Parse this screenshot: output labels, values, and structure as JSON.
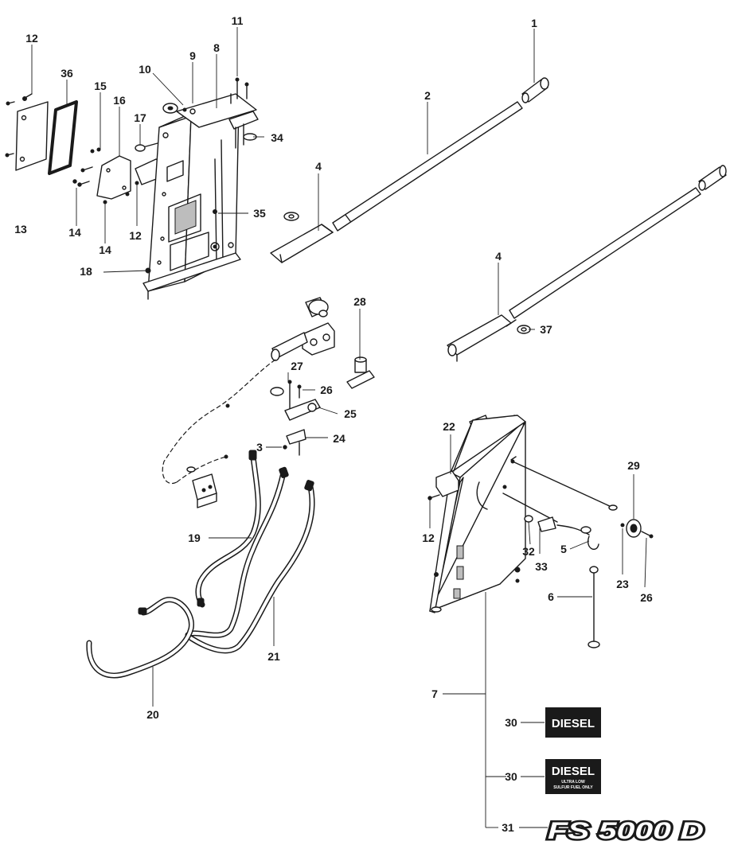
{
  "callouts": {
    "c1": "1",
    "c2": "2",
    "c3": "3",
    "c4a": "4",
    "c4b": "4",
    "c5": "5",
    "c6": "6",
    "c7": "7",
    "c8": "8",
    "c9": "9",
    "c10": "10",
    "c11": "11",
    "c12a": "12",
    "c12b": "12",
    "c12c": "12",
    "c13": "13",
    "c14a": "14",
    "c14b": "14",
    "c15": "15",
    "c16": "16",
    "c17": "17",
    "c18": "18",
    "c19": "19",
    "c20": "20",
    "c21": "21",
    "c22": "22",
    "c23": "23",
    "c24": "24",
    "c25": "25",
    "c26a": "26",
    "c26b": "26",
    "c27": "27",
    "c28": "28",
    "c29": "29",
    "c30a": "30",
    "c30b": "30",
    "c31": "31",
    "c32": "32",
    "c33": "33",
    "c34": "34",
    "c35": "35",
    "c36": "36",
    "c37": "37"
  },
  "decals": {
    "diesel_1": "DIESEL",
    "diesel_2": "DIESEL",
    "diesel_2_sub1": "ULTRA LOW",
    "diesel_2_sub2": "SULFUR FUEL ONLY",
    "model": "FS 5000 D"
  },
  "colors": {
    "ink": "#1a1a1a",
    "paper": "#ffffff",
    "decal_bg": "#1a1a1a"
  }
}
